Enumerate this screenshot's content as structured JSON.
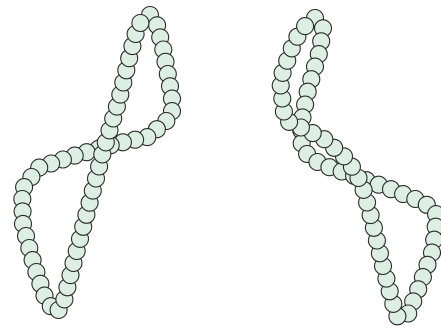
{
  "figure": {
    "background": "#ffffff",
    "bead_fill": "#dcefe2",
    "bead_stroke": "#2b2b2b",
    "chains": [
      {
        "name": "left-bead-chain",
        "bead_count": 58
      },
      {
        "name": "right-bead-chain",
        "bead_count": 58
      }
    ]
  }
}
